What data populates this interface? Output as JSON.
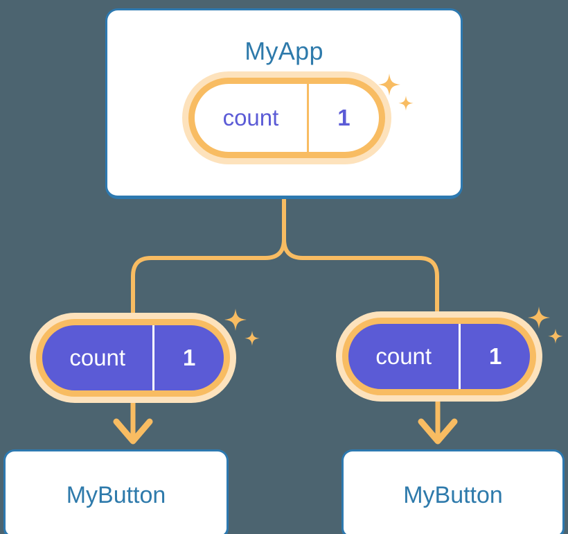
{
  "diagram": {
    "background_color": "#4c6470",
    "accent_orange": "#f8bc62",
    "accent_orange_halo": "#fde2bc",
    "accent_blue": "#2d79b0",
    "accent_purple": "#5b5bd6",
    "title_color": "#2e7aab"
  },
  "root": {
    "title": "MyApp",
    "state_pill": {
      "key": "count",
      "value": "1",
      "variant": "light"
    },
    "sparkle_icon": "sparkles-icon"
  },
  "children": [
    {
      "state_pill": {
        "key": "count",
        "value": "1",
        "variant": "solid"
      },
      "sparkle_icon": "sparkles-icon",
      "arrow_icon": "arrow-down-icon",
      "label": "MyButton"
    },
    {
      "state_pill": {
        "key": "count",
        "value": "1",
        "variant": "solid"
      },
      "sparkle_icon": "sparkles-icon",
      "arrow_icon": "arrow-down-icon",
      "label": "MyButton"
    }
  ],
  "connectors": {
    "branch_icon": "branch-connector",
    "arrow_icon": "arrow-down-icon"
  }
}
